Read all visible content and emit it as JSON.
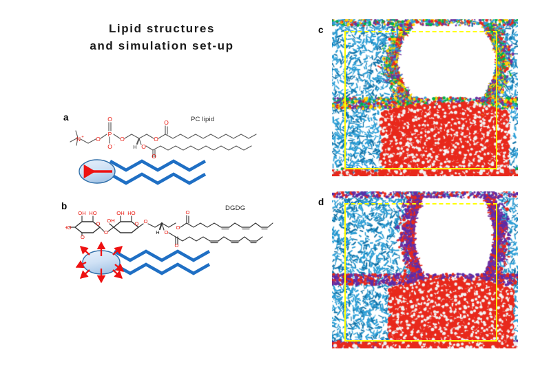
{
  "figure": {
    "title_line1": "Lipid structures",
    "title_line2": "and simulation set-up",
    "background_color": "#ffffff"
  },
  "panels": [
    {
      "id": "a",
      "letter": "a",
      "molecule_label": "PC lipid",
      "description": "Phosphatidylcholine lipid chemical structure with schematic headgroup and two saturated acyl tails",
      "headgroup_shape": "ellipse",
      "arrow_mode": "single-left",
      "arrow_count": 1,
      "tail_count": 2,
      "tail_saturation": "saturated",
      "atom_labels": [
        "N",
        "+",
        "O",
        "P",
        "O",
        "O",
        "O",
        "H",
        "O",
        "O",
        "O",
        "O"
      ]
    },
    {
      "id": "b",
      "letter": "b",
      "molecule_label": "DGDG",
      "description": "Digalactosyldiacylglycerol chemical structure with schematic headgroup and two polyunsaturated acyl tails",
      "headgroup_shape": "ellipse",
      "arrow_mode": "radial-outward",
      "arrow_count": 8,
      "tail_count": 2,
      "tail_saturation": "triunsaturated",
      "sugar_rings": 2,
      "atom_labels": [
        "OH",
        "HO",
        "HO",
        "OH",
        "OH",
        "OH",
        "HO",
        "OH",
        "O",
        "O",
        "H",
        "O",
        "O",
        "O",
        "O"
      ]
    },
    {
      "id": "c",
      "letter": "c",
      "description": "Molecular dynamics snapshot of a PC lipid bilayer with a water-filled pore inside a yellow periodic simulation box",
      "box_color": "#ffff00",
      "lipid_tail_color": "#2e9fd6",
      "water_oxygen_color": "#e8291c",
      "water_hydrogen_color": "#f2f2f2",
      "headgroup_colors": [
        "#00b050",
        "#ffd400",
        "#e8291c",
        "#7030a0",
        "#2e9fd6"
      ],
      "has_pore": true
    },
    {
      "id": "d",
      "letter": "d",
      "description": "Molecular dynamics snapshot of a DGDG lipid bilayer with a water-filled pore inside a yellow periodic simulation box",
      "box_color": "#ffff00",
      "lipid_tail_color": "#2e9fd6",
      "water_oxygen_color": "#e8291c",
      "water_hydrogen_color": "#f2f2f2",
      "headgroup_colors": [
        "#5b2ca8",
        "#e8291c",
        "#7030a0"
      ],
      "has_pore": true
    }
  ],
  "colors": {
    "bond_gray": "#595959",
    "heteroatom_red": "#e8140a",
    "schematic_blue": "#1f6fc4",
    "ellipse_fill_light": "#dce9f7",
    "ellipse_fill_dark": "#8fb8e0",
    "ellipse_stroke": "#2f6ea8",
    "arrow_red": "#ee1111",
    "box_yellow": "#ffff00"
  }
}
